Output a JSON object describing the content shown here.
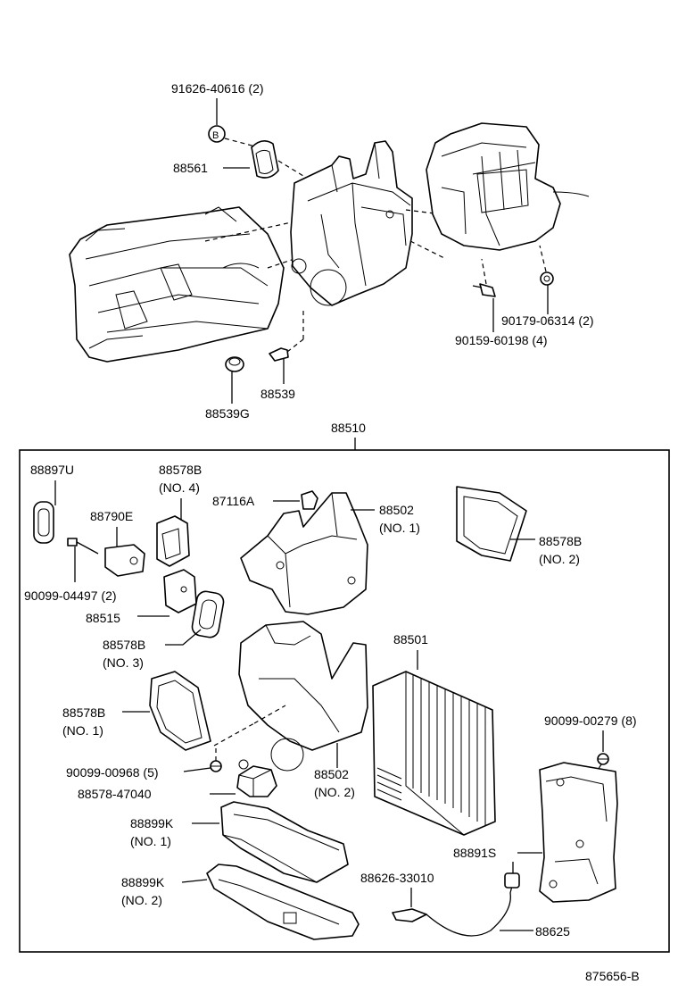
{
  "labels": {
    "p91626": "91626-40616 (2)",
    "p88561": "88561",
    "p90179": "90179-06314 (2)",
    "p90159": "90159-60198 (4)",
    "p88539": "88539",
    "p88539g": "88539G",
    "p88510": "88510",
    "p88897u": "88897U",
    "p88578b_no4": "88578B",
    "p88578b_no4_sub": "(NO. 4)",
    "p87116a": "87116A",
    "p88502_no1": "88502",
    "p88502_no1_sub": "(NO. 1)",
    "p88790e": "88790E",
    "p88578b_no2": "88578B",
    "p88578b_no2_sub": "(NO. 2)",
    "p90099_04497": "90099-04497 (2)",
    "p88515": "88515",
    "p88578b_no3": "88578B",
    "p88578b_no3_sub": "(NO. 3)",
    "p88501": "88501",
    "p88578b_no1": "88578B",
    "p88578b_no1_sub": "(NO. 1)",
    "p90099_00279": "90099-00279 (8)",
    "p90099_00968": "90099-00968 (5)",
    "p88502_no2": "88502",
    "p88502_no2_sub": "(NO. 2)",
    "p88578_47040": "88578-47040",
    "p88899k_no1": "88899K",
    "p88899k_no1_sub": "(NO. 1)",
    "p88891s": "88891S",
    "p88899k_no2": "88899K",
    "p88899k_no2_sub": "(NO. 2)",
    "p88626": "88626-33010",
    "p88625": "88625",
    "diagram_ref": "875656-B"
  },
  "markers": {
    "bolt_b": "B"
  }
}
